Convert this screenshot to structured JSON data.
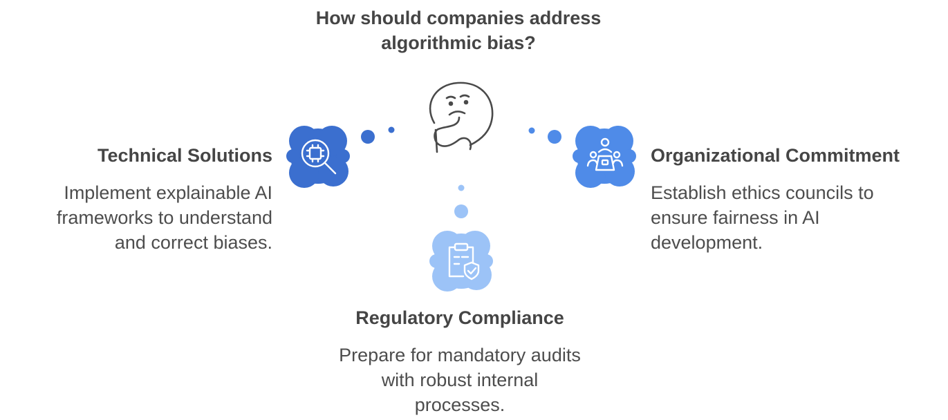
{
  "title": {
    "lines": [
      "How should companies address",
      "algorithmic bias?"
    ]
  },
  "options": {
    "technical": {
      "heading": "Technical Solutions",
      "lines": [
        "Implement explainable AI",
        "frameworks to understand",
        "and correct biases."
      ],
      "icon": "chip-magnifier-icon",
      "color": "#3b6fcf"
    },
    "organizational": {
      "heading": "Organizational Commitment",
      "lines": [
        "Establish ethics councils to",
        "ensure fairness in AI",
        "development."
      ],
      "icon": "meeting-table-icon",
      "color": "#4f8be8"
    },
    "regulatory": {
      "heading": "Regulatory Compliance",
      "lines": [
        "Prepare for mandatory audits",
        "with robust internal",
        "processes."
      ],
      "icon": "clipboard-check-icon",
      "color": "#9cc3f7"
    }
  },
  "center_icon": "thinking-face-icon"
}
